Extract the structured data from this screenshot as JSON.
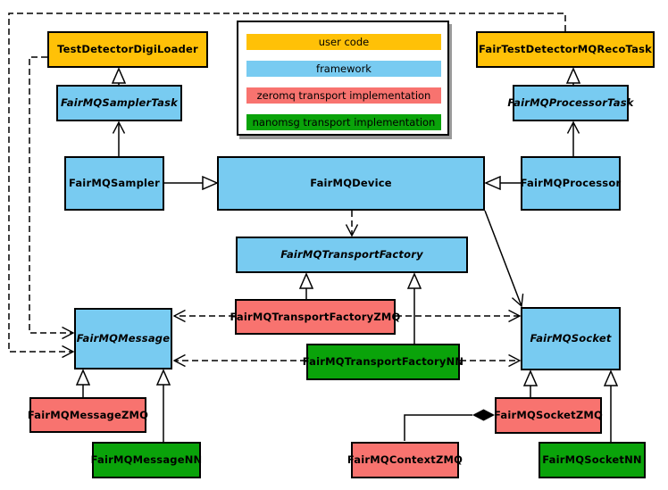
{
  "colors": {
    "user_code": "#FFC107",
    "framework": "#78CBF1",
    "zeromq": "#F8736F",
    "nanomsg": "#0AA30A",
    "line": "#000000",
    "legend_shadow": "#999999"
  },
  "legend": {
    "items": [
      {
        "label": "user code",
        "color": "#FFC107"
      },
      {
        "label": "framework",
        "color": "#78CBF1"
      },
      {
        "label": "zeromq transport implementation",
        "color": "#F8736F"
      },
      {
        "label": "nanomsg transport implementation",
        "color": "#0AA30A"
      }
    ]
  },
  "nodes": {
    "test_detector_digi_loader": {
      "label": "TestDetectorDigiLoader",
      "category": "user code",
      "abstract": false,
      "color": "#FFC107"
    },
    "fair_test_detector_mq_reco_task": {
      "label": "FairTestDetectorMQRecoTask",
      "category": "user code",
      "abstract": false,
      "color": "#FFC107"
    },
    "fairmq_sampler_task": {
      "label": "FairMQSamplerTask",
      "category": "framework",
      "abstract": true,
      "color": "#78CBF1"
    },
    "fairmq_processor_task": {
      "label": "FairMQProcessorTask",
      "category": "framework",
      "abstract": true,
      "color": "#78CBF1"
    },
    "fairmq_sampler": {
      "label": "FairMQSampler",
      "category": "framework",
      "abstract": false,
      "color": "#78CBF1"
    },
    "fairmq_device": {
      "label": "FairMQDevice",
      "category": "framework",
      "abstract": false,
      "color": "#78CBF1"
    },
    "fairmq_processor": {
      "label": "FairMQProcessor",
      "category": "framework",
      "abstract": false,
      "color": "#78CBF1"
    },
    "fairmq_transport_factory": {
      "label": "FairMQTransportFactory",
      "category": "framework",
      "abstract": true,
      "color": "#78CBF1"
    },
    "fairmq_transport_factory_zmq": {
      "label": "FairMQTransportFactoryZMQ",
      "category": "zeromq transport implementation",
      "abstract": false,
      "color": "#F8736F"
    },
    "fairmq_transport_factory_nn": {
      "label": "FairMQTransportFactoryNN",
      "category": "nanomsg transport implementation",
      "abstract": false,
      "color": "#0AA30A"
    },
    "fairmq_message": {
      "label": "FairMQMessage",
      "category": "framework",
      "abstract": true,
      "color": "#78CBF1"
    },
    "fairmq_socket": {
      "label": "FairMQSocket",
      "category": "framework",
      "abstract": true,
      "color": "#78CBF1"
    },
    "fairmq_message_zmq": {
      "label": "FairMQMessageZMQ",
      "category": "zeromq transport implementation",
      "abstract": false,
      "color": "#F8736F"
    },
    "fairmq_message_nn": {
      "label": "FairMQMessageNN",
      "category": "nanomsg transport implementation",
      "abstract": false,
      "color": "#0AA30A"
    },
    "fairmq_context_zmq": {
      "label": "FairMQContextZMQ",
      "category": "zeromq transport implementation",
      "abstract": false,
      "color": "#F8736F"
    },
    "fairmq_socket_zmq": {
      "label": "FairMQSocketZMQ",
      "category": "zeromq transport implementation",
      "abstract": false,
      "color": "#F8736F"
    },
    "fairmq_socket_nn": {
      "label": "FairMQSocketNN",
      "category": "nanomsg transport implementation",
      "abstract": false,
      "color": "#0AA30A"
    }
  },
  "edges": [
    {
      "source": "fairmq_sampler_task",
      "target": "test_detector_digi_loader",
      "line": "solid",
      "head": "hollow-triangle"
    },
    {
      "source": "fairmq_processor_task",
      "target": "fair_test_detector_mq_reco_task",
      "line": "solid",
      "head": "hollow-triangle"
    },
    {
      "source": "fairmq_sampler",
      "target": "fairmq_device",
      "line": "solid",
      "head": "hollow-triangle"
    },
    {
      "source": "fairmq_processor",
      "target": "fairmq_device",
      "line": "solid",
      "head": "hollow-triangle"
    },
    {
      "source": "fairmq_transport_factory_zmq",
      "target": "fairmq_transport_factory",
      "line": "solid",
      "head": "hollow-triangle"
    },
    {
      "source": "fairmq_transport_factory_nn",
      "target": "fairmq_transport_factory",
      "line": "solid",
      "head": "hollow-triangle"
    },
    {
      "source": "fairmq_message_zmq",
      "target": "fairmq_message",
      "line": "solid",
      "head": "hollow-triangle"
    },
    {
      "source": "fairmq_message_nn",
      "target": "fairmq_message",
      "line": "solid",
      "head": "hollow-triangle"
    },
    {
      "source": "fairmq_socket_zmq",
      "target": "fairmq_socket",
      "line": "solid",
      "head": "hollow-triangle"
    },
    {
      "source": "fairmq_socket_nn",
      "target": "fairmq_socket",
      "line": "solid",
      "head": "hollow-triangle"
    },
    {
      "source": "fairmq_sampler",
      "target": "fairmq_sampler_task",
      "line": "solid",
      "head": "open-arrow"
    },
    {
      "source": "fairmq_processor",
      "target": "fairmq_processor_task",
      "line": "solid",
      "head": "open-arrow"
    },
    {
      "source": "fairmq_device",
      "target": "fairmq_socket",
      "line": "solid",
      "head": "open-arrow"
    },
    {
      "source": "fairmq_device",
      "target": "fairmq_transport_factory",
      "line": "dashed",
      "head": "open-arrow"
    },
    {
      "source": "fairmq_transport_factory_zmq",
      "target": "fairmq_message",
      "line": "dashed",
      "head": "open-arrow"
    },
    {
      "source": "fairmq_transport_factory_zmq",
      "target": "fairmq_socket",
      "line": "dashed",
      "head": "open-arrow"
    },
    {
      "source": "fairmq_transport_factory_nn",
      "target": "fairmq_message",
      "line": "dashed",
      "head": "open-arrow"
    },
    {
      "source": "fairmq_transport_factory_nn",
      "target": "fairmq_socket",
      "line": "dashed",
      "head": "open-arrow"
    },
    {
      "source": "test_detector_digi_loader",
      "target": "fairmq_message",
      "line": "dashed",
      "head": "open-arrow"
    },
    {
      "source": "fair_test_detector_mq_reco_task",
      "target": "fairmq_message",
      "line": "dashed",
      "head": "open-arrow"
    },
    {
      "source": "fairmq_context_zmq",
      "target": "fairmq_socket_zmq",
      "line": "solid",
      "head": "filled-diamond"
    }
  ]
}
